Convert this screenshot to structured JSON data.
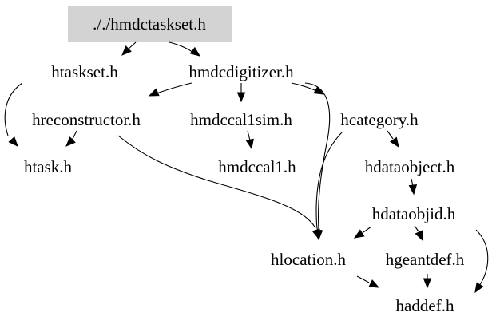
{
  "graph": {
    "root": "././hmdctaskset.h",
    "nodes": [
      {
        "id": "root",
        "label": "././hmdctaskset.h",
        "highlighted": true
      },
      {
        "id": "htaskset",
        "label": "htaskset.h"
      },
      {
        "id": "hmdcdigitizer",
        "label": "hmdcdigitizer.h"
      },
      {
        "id": "hreconstructor",
        "label": "hreconstructor.h"
      },
      {
        "id": "hmdccal1sim",
        "label": "hmdccal1sim.h"
      },
      {
        "id": "hcategory",
        "label": "hcategory.h"
      },
      {
        "id": "htask",
        "label": "htask.h"
      },
      {
        "id": "hmdccal1",
        "label": "hmdccal1.h"
      },
      {
        "id": "hdataobject",
        "label": "hdataobject.h"
      },
      {
        "id": "hdataobjid",
        "label": "hdataobjid.h"
      },
      {
        "id": "hlocation",
        "label": "hlocation.h"
      },
      {
        "id": "hgeantdef",
        "label": "hgeantdef.h"
      },
      {
        "id": "haddef",
        "label": "haddef.h"
      }
    ],
    "edges": [
      {
        "from": "root",
        "to": "htaskset"
      },
      {
        "from": "root",
        "to": "hmdcdigitizer"
      },
      {
        "from": "htaskset",
        "to": "htask"
      },
      {
        "from": "hmdcdigitizer",
        "to": "hreconstructor"
      },
      {
        "from": "hmdcdigitizer",
        "to": "hmdccal1sim"
      },
      {
        "from": "hmdcdigitizer",
        "to": "hcategory"
      },
      {
        "from": "hmdcdigitizer",
        "to": "hlocation"
      },
      {
        "from": "hreconstructor",
        "to": "htask"
      },
      {
        "from": "hreconstructor",
        "to": "hlocation"
      },
      {
        "from": "hmdccal1sim",
        "to": "hmdccal1"
      },
      {
        "from": "hcategory",
        "to": "hdataobject"
      },
      {
        "from": "hcategory",
        "to": "hlocation"
      },
      {
        "from": "hdataobject",
        "to": "hdataobjid"
      },
      {
        "from": "hdataobjid",
        "to": "hlocation"
      },
      {
        "from": "hdataobjid",
        "to": "hgeantdef"
      },
      {
        "from": "hdataobjid",
        "to": "haddef"
      },
      {
        "from": "hlocation",
        "to": "haddef"
      },
      {
        "from": "hgeantdef",
        "to": "haddef"
      }
    ],
    "colors": {
      "root_fill": "#d3d3d3",
      "edge": "#000000",
      "text": "#000000",
      "background": "#ffffff"
    }
  }
}
